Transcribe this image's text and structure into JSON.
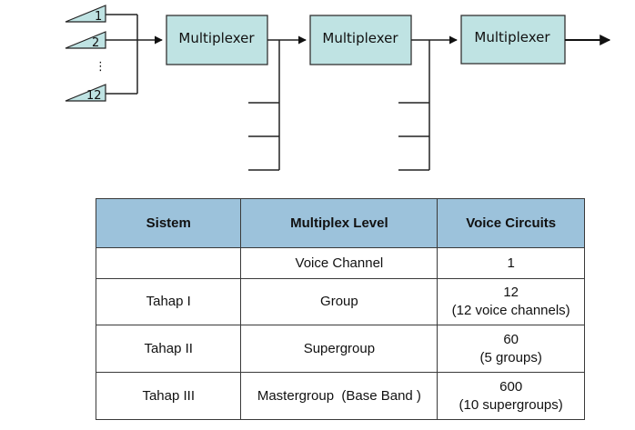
{
  "diagram": {
    "inputs": [
      {
        "label": "1"
      },
      {
        "label": "2"
      },
      {
        "label": "⋮"
      },
      {
        "label": "12"
      }
    ],
    "multiplexers": [
      {
        "label": "Multiplexer"
      },
      {
        "label": "Multiplexer"
      },
      {
        "label": "Multiplexer"
      }
    ]
  },
  "table": {
    "headers": [
      "Sistem",
      "Multiplex Level",
      "Voice Circuits"
    ],
    "rows": [
      {
        "sistem": "",
        "level": "Voice Channel",
        "circuits": [
          "1"
        ]
      },
      {
        "sistem": "Tahap I",
        "level": "Group",
        "circuits": [
          "12",
          "(12 voice channels)"
        ]
      },
      {
        "sistem": "Tahap II",
        "level": "Supergroup",
        "circuits": [
          "60",
          "(5 groups)"
        ]
      },
      {
        "sistem": "Tahap III",
        "level": "Mastergroup  (Base Band )",
        "circuits": [
          "600",
          "(10 supergroups)"
        ]
      }
    ]
  },
  "colors": {
    "mux_fill": "#bfe3e3",
    "header_fill": "#9cc2db"
  }
}
